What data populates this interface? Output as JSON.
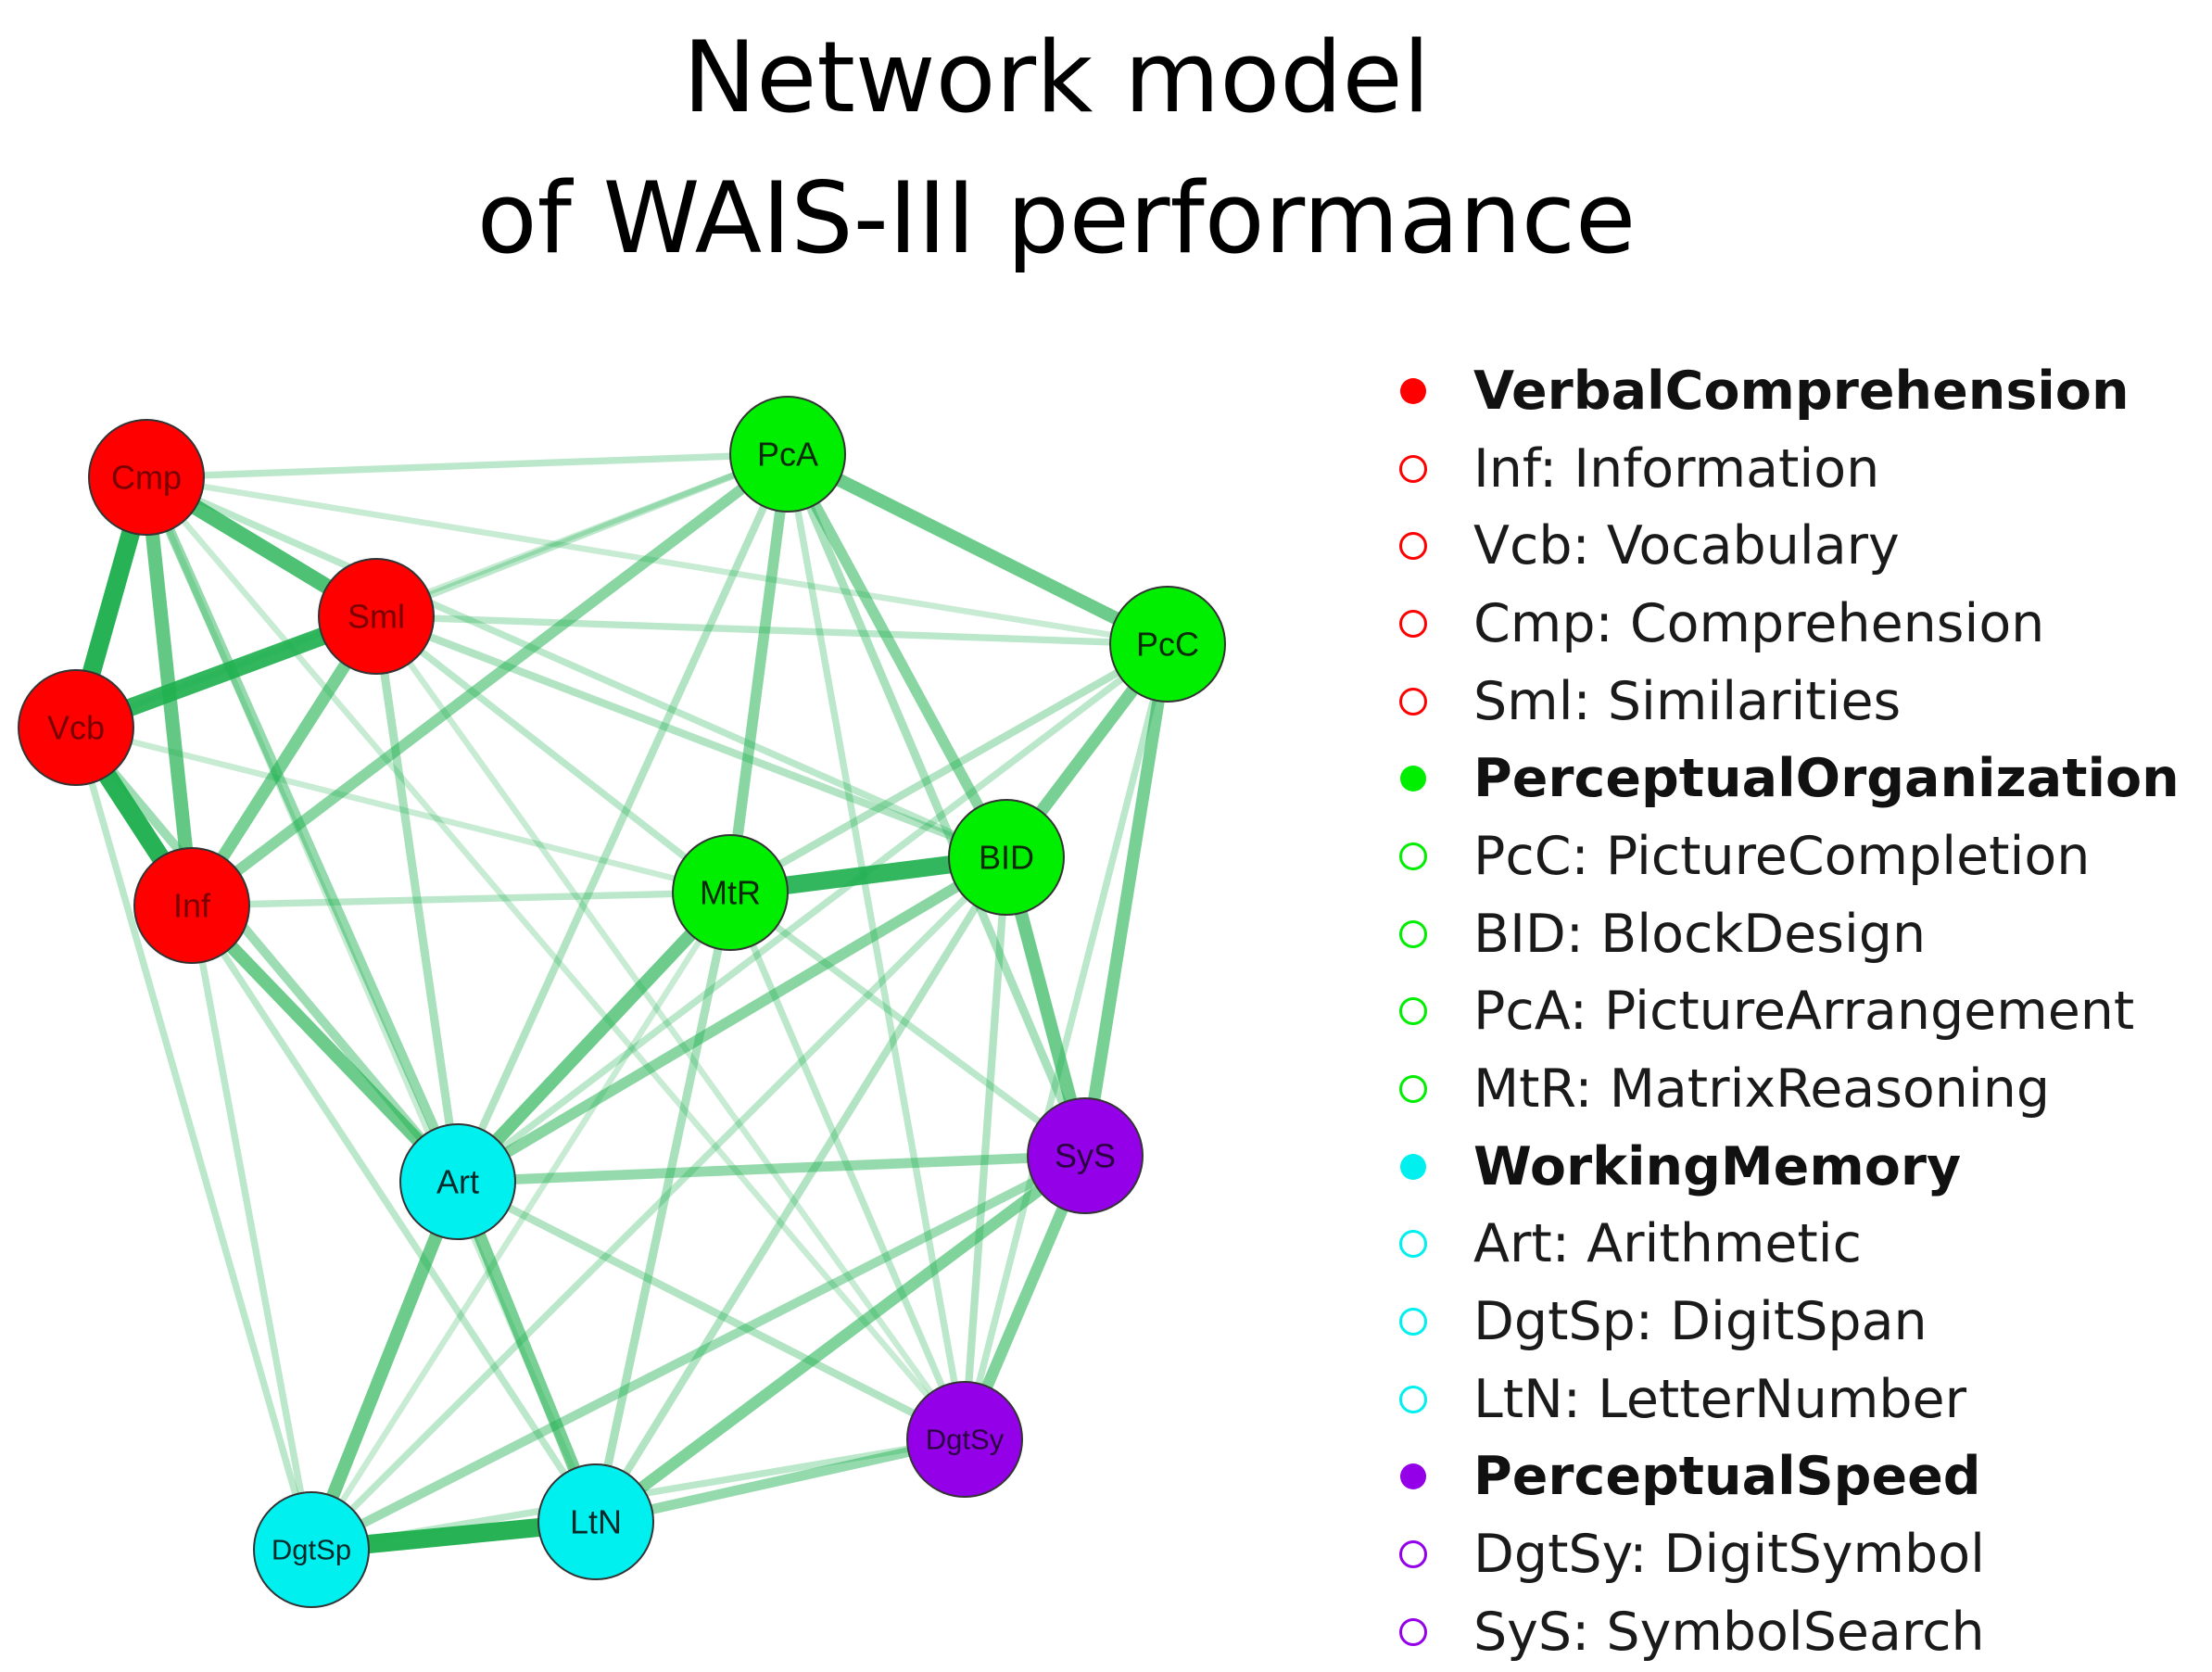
{
  "title_lines": [
    "Network model",
    "of WAIS-III performance"
  ],
  "colors": {
    "verbal": "#ff0000",
    "perceptual": "#00ee00",
    "working": "#00f0f0",
    "speed": "#9400e8",
    "edge": "#1eb04e"
  },
  "nodes": [
    {
      "id": "Cmp",
      "label": "Cmp",
      "group": "verbal"
    },
    {
      "id": "Sml",
      "label": "Sml",
      "group": "verbal"
    },
    {
      "id": "Vcb",
      "label": "Vcb",
      "group": "verbal"
    },
    {
      "id": "Inf",
      "label": "Inf",
      "group": "verbal"
    },
    {
      "id": "PcA",
      "label": "PcA",
      "group": "perceptual"
    },
    {
      "id": "PcC",
      "label": "PcC",
      "group": "perceptual"
    },
    {
      "id": "MtR",
      "label": "MtR",
      "group": "perceptual"
    },
    {
      "id": "BID",
      "label": "BID",
      "group": "perceptual"
    },
    {
      "id": "Art",
      "label": "Art",
      "group": "working"
    },
    {
      "id": "DgtSp",
      "label": "DgtSp",
      "group": "working"
    },
    {
      "id": "LtN",
      "label": "LtN",
      "group": "working"
    },
    {
      "id": "SyS",
      "label": "SyS",
      "group": "speed"
    },
    {
      "id": "DgtSy",
      "label": "DgtSy",
      "group": "speed"
    }
  ],
  "edges": [
    {
      "from": "Cmp",
      "to": "Vcb",
      "weight": 0.95
    },
    {
      "from": "Vcb",
      "to": "Inf",
      "weight": 0.95
    },
    {
      "from": "Vcb",
      "to": "Sml",
      "weight": 0.9
    },
    {
      "from": "DgtSp",
      "to": "LtN",
      "weight": 0.95
    },
    {
      "from": "MtR",
      "to": "BID",
      "weight": 0.9
    },
    {
      "from": "Cmp",
      "to": "Sml",
      "weight": 0.75
    },
    {
      "from": "Cmp",
      "to": "Inf",
      "weight": 0.65
    },
    {
      "from": "Sml",
      "to": "Inf",
      "weight": 0.55
    },
    {
      "from": "PcA",
      "to": "PcC",
      "weight": 0.6
    },
    {
      "from": "PcC",
      "to": "BID",
      "weight": 0.55
    },
    {
      "from": "PcC",
      "to": "SyS",
      "weight": 0.55
    },
    {
      "from": "BID",
      "to": "SyS",
      "weight": 0.6
    },
    {
      "from": "Inf",
      "to": "Art",
      "weight": 0.6
    },
    {
      "from": "Art",
      "to": "MtR",
      "weight": 0.6
    },
    {
      "from": "Art",
      "to": "DgtSp",
      "weight": 0.6
    },
    {
      "from": "Art",
      "to": "LtN",
      "weight": 0.55
    },
    {
      "from": "LtN",
      "to": "SyS",
      "weight": 0.5
    },
    {
      "from": "SyS",
      "to": "DgtSy",
      "weight": 0.5
    },
    {
      "from": "PcA",
      "to": "MtR",
      "weight": 0.45
    },
    {
      "from": "PcA",
      "to": "BID",
      "weight": 0.45
    },
    {
      "from": "Inf",
      "to": "PcA",
      "weight": 0.45
    },
    {
      "from": "Art",
      "to": "BID",
      "weight": 0.45
    },
    {
      "from": "Art",
      "to": "SyS",
      "weight": 0.4
    },
    {
      "from": "LtN",
      "to": "DgtSy",
      "weight": 0.4
    },
    {
      "from": "DgtSp",
      "to": "SyS",
      "weight": 0.35
    },
    {
      "from": "Cmp",
      "to": "Art",
      "weight": 0.4
    },
    {
      "from": "Vcb",
      "to": "Art",
      "weight": 0.35
    },
    {
      "from": "Sml",
      "to": "Art",
      "weight": 0.3
    },
    {
      "from": "MtR",
      "to": "LtN",
      "weight": 0.3
    },
    {
      "from": "BID",
      "to": "LtN",
      "weight": 0.25
    },
    {
      "from": "PcA",
      "to": "SyS",
      "weight": 0.3
    },
    {
      "from": "PcA",
      "to": "Art",
      "weight": 0.25
    },
    {
      "from": "Art",
      "to": "DgtSy",
      "weight": 0.25
    },
    {
      "from": "Sml",
      "to": "BID",
      "weight": 0.25
    },
    {
      "from": "Sml",
      "to": "PcA",
      "weight": 0.2
    },
    {
      "from": "Sml",
      "to": "PcC",
      "weight": 0.2
    },
    {
      "from": "Sml",
      "to": "MtR",
      "weight": 0.2
    },
    {
      "from": "Cmp",
      "to": "PcA",
      "weight": 0.2
    },
    {
      "from": "Cmp",
      "to": "PcC",
      "weight": 0.15
    },
    {
      "from": "Cmp",
      "to": "BID",
      "weight": 0.2
    },
    {
      "from": "Inf",
      "to": "DgtSp",
      "weight": 0.2
    },
    {
      "from": "Inf",
      "to": "LtN",
      "weight": 0.2
    },
    {
      "from": "Inf",
      "to": "MtR",
      "weight": 0.2
    },
    {
      "from": "Vcb",
      "to": "DgtSp",
      "weight": 0.2
    },
    {
      "from": "Vcb",
      "to": "MtR",
      "weight": 0.15
    },
    {
      "from": "Vcb",
      "to": "PcA",
      "weight": 0.15
    },
    {
      "from": "PcC",
      "to": "MtR",
      "weight": 0.25
    },
    {
      "from": "PcC",
      "to": "Art",
      "weight": 0.2
    },
    {
      "from": "PcC",
      "to": "DgtSy",
      "weight": 0.2
    },
    {
      "from": "PcA",
      "to": "DgtSy",
      "weight": 0.2
    },
    {
      "from": "MtR",
      "to": "DgtSy",
      "weight": 0.2
    },
    {
      "from": "BID",
      "to": "DgtSy",
      "weight": 0.25
    },
    {
      "from": "BID",
      "to": "DgtSp",
      "weight": 0.2
    },
    {
      "from": "MtR",
      "to": "DgtSp",
      "weight": 0.15
    },
    {
      "from": "Cmp",
      "to": "DgtSy",
      "weight": 0.15
    },
    {
      "from": "Sml",
      "to": "DgtSy",
      "weight": 0.15
    },
    {
      "from": "Cmp",
      "to": "LtN",
      "weight": 0.15
    },
    {
      "from": "DgtSp",
      "to": "DgtSy",
      "weight": 0.2
    },
    {
      "from": "MtR",
      "to": "SyS",
      "weight": 0.2
    }
  ],
  "legend": [
    {
      "kind": "group",
      "group": "verbal",
      "text": "VerbalComprehension"
    },
    {
      "kind": "item",
      "group": "verbal",
      "text": "Inf: Information"
    },
    {
      "kind": "item",
      "group": "verbal",
      "text": "Vcb: Vocabulary"
    },
    {
      "kind": "item",
      "group": "verbal",
      "text": "Cmp: Comprehension"
    },
    {
      "kind": "item",
      "group": "verbal",
      "text": "Sml: Similarities"
    },
    {
      "kind": "group",
      "group": "perceptual",
      "text": "PerceptualOrganization"
    },
    {
      "kind": "item",
      "group": "perceptual",
      "text": "PcC: PictureCompletion"
    },
    {
      "kind": "item",
      "group": "perceptual",
      "text": "BID: BlockDesign"
    },
    {
      "kind": "item",
      "group": "perceptual",
      "text": "PcA: PictureArrangement"
    },
    {
      "kind": "item",
      "group": "perceptual",
      "text": "MtR: MatrixReasoning"
    },
    {
      "kind": "group",
      "group": "working",
      "text": "WorkingMemory"
    },
    {
      "kind": "item",
      "group": "working",
      "text": "Art: Arithmetic"
    },
    {
      "kind": "item",
      "group": "working",
      "text": "DgtSp: DigitSpan"
    },
    {
      "kind": "item",
      "group": "working",
      "text": "LtN: LetterNumber"
    },
    {
      "kind": "group",
      "group": "speed",
      "text": "PerceptualSpeed"
    },
    {
      "kind": "item",
      "group": "speed",
      "text": "DgtSy: DigitSymbol"
    },
    {
      "kind": "item",
      "group": "speed",
      "text": "SyS: SymbolSearch"
    }
  ]
}
